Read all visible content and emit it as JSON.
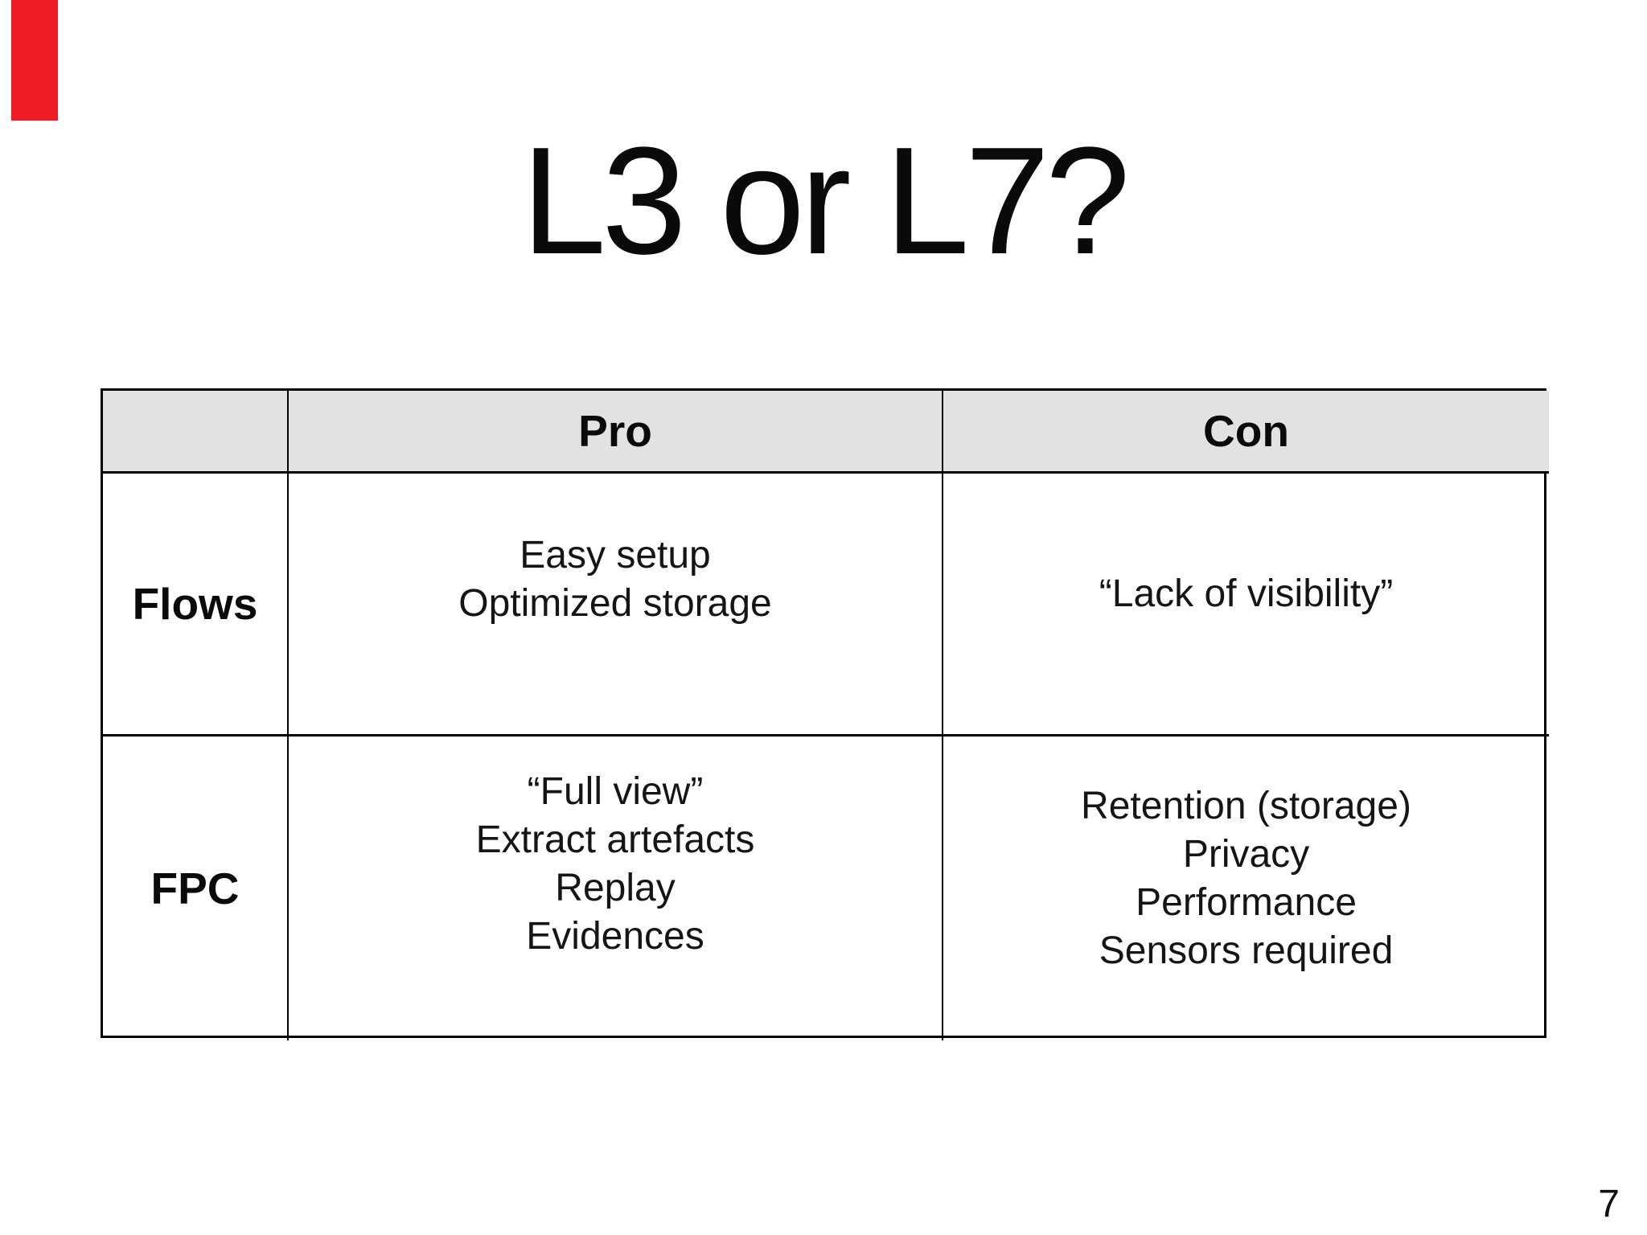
{
  "slide": {
    "title": "L3 or L7?",
    "page_number": "7",
    "red_marker_color": "#ee1c25",
    "table": {
      "header": {
        "corner": "",
        "pro": "Pro",
        "con": "Con"
      },
      "header_bg": "#e2e2e2",
      "border_color": "#000000",
      "rows": [
        {
          "label": "Flows",
          "pro": [
            "Easy setup",
            "Optimized storage"
          ],
          "con": [
            "“Lack of visibility”"
          ]
        },
        {
          "label": "FPC",
          "pro": [
            "“Full view”",
            "Extract artefacts",
            "Replay",
            "Evidences"
          ],
          "con": [
            "Retention (storage)",
            "Privacy",
            "Performance",
            "Sensors required"
          ]
        }
      ]
    }
  }
}
